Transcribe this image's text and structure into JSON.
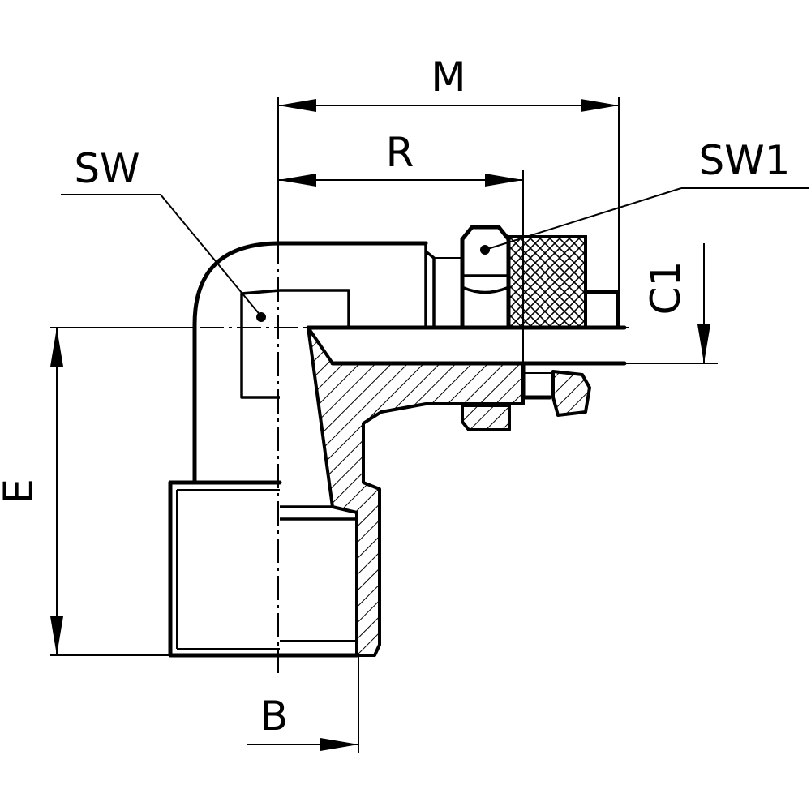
{
  "labels": {
    "M": "M",
    "R": "R",
    "SW": "SW",
    "SW1": "SW1",
    "C1": "C1",
    "E": "E",
    "B": "B"
  },
  "colors": {
    "line": "#000000",
    "background": "#ffffff"
  }
}
